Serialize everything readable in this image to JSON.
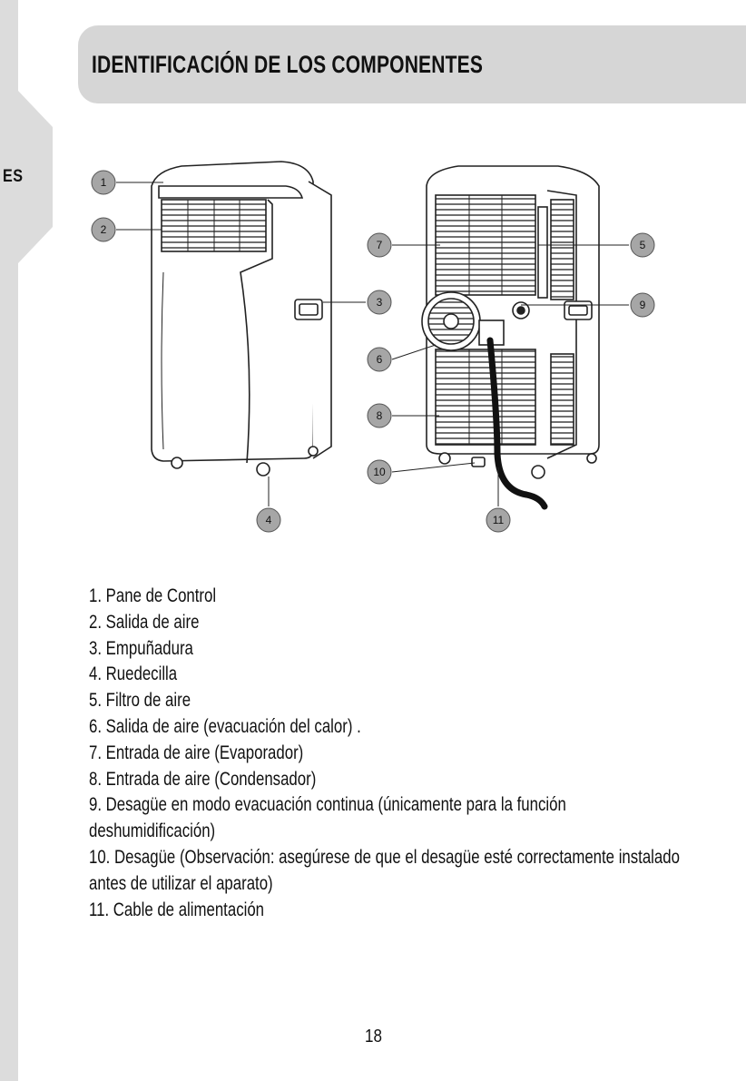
{
  "language_tab": "ES",
  "title": "IDENTIFICACIÓN  DE LOS COMPONENTES",
  "callouts": [
    "1",
    "2",
    "3",
    "4",
    "5",
    "6",
    "7",
    "8",
    "9",
    "10",
    "11"
  ],
  "components": [
    "1. Pane de Control",
    "2. Salida de aire",
    "3. Empuñadura",
    "4. Ruedecilla",
    "5. Filtro de aire",
    "6. Salida de aire (evacuación del calor) .",
    "7. Entrada de aire (Evaporador)",
    "8. Entrada de aire (Condensador)",
    "9. Desagüe en modo evacuación continua (únicamente para la función",
    "deshumidificación)",
    "10. Desagüe (Observación: asegúrese de que el desagüe esté correctamente instalado",
    "antes de utilizar el aparato)",
    "11. Cable de alimentación"
  ],
  "page_number": "18",
  "colors": {
    "header_bg": "#d6d6d6",
    "side_strip": "#dcdcdc",
    "callout_fill": "#a6a6a6"
  }
}
